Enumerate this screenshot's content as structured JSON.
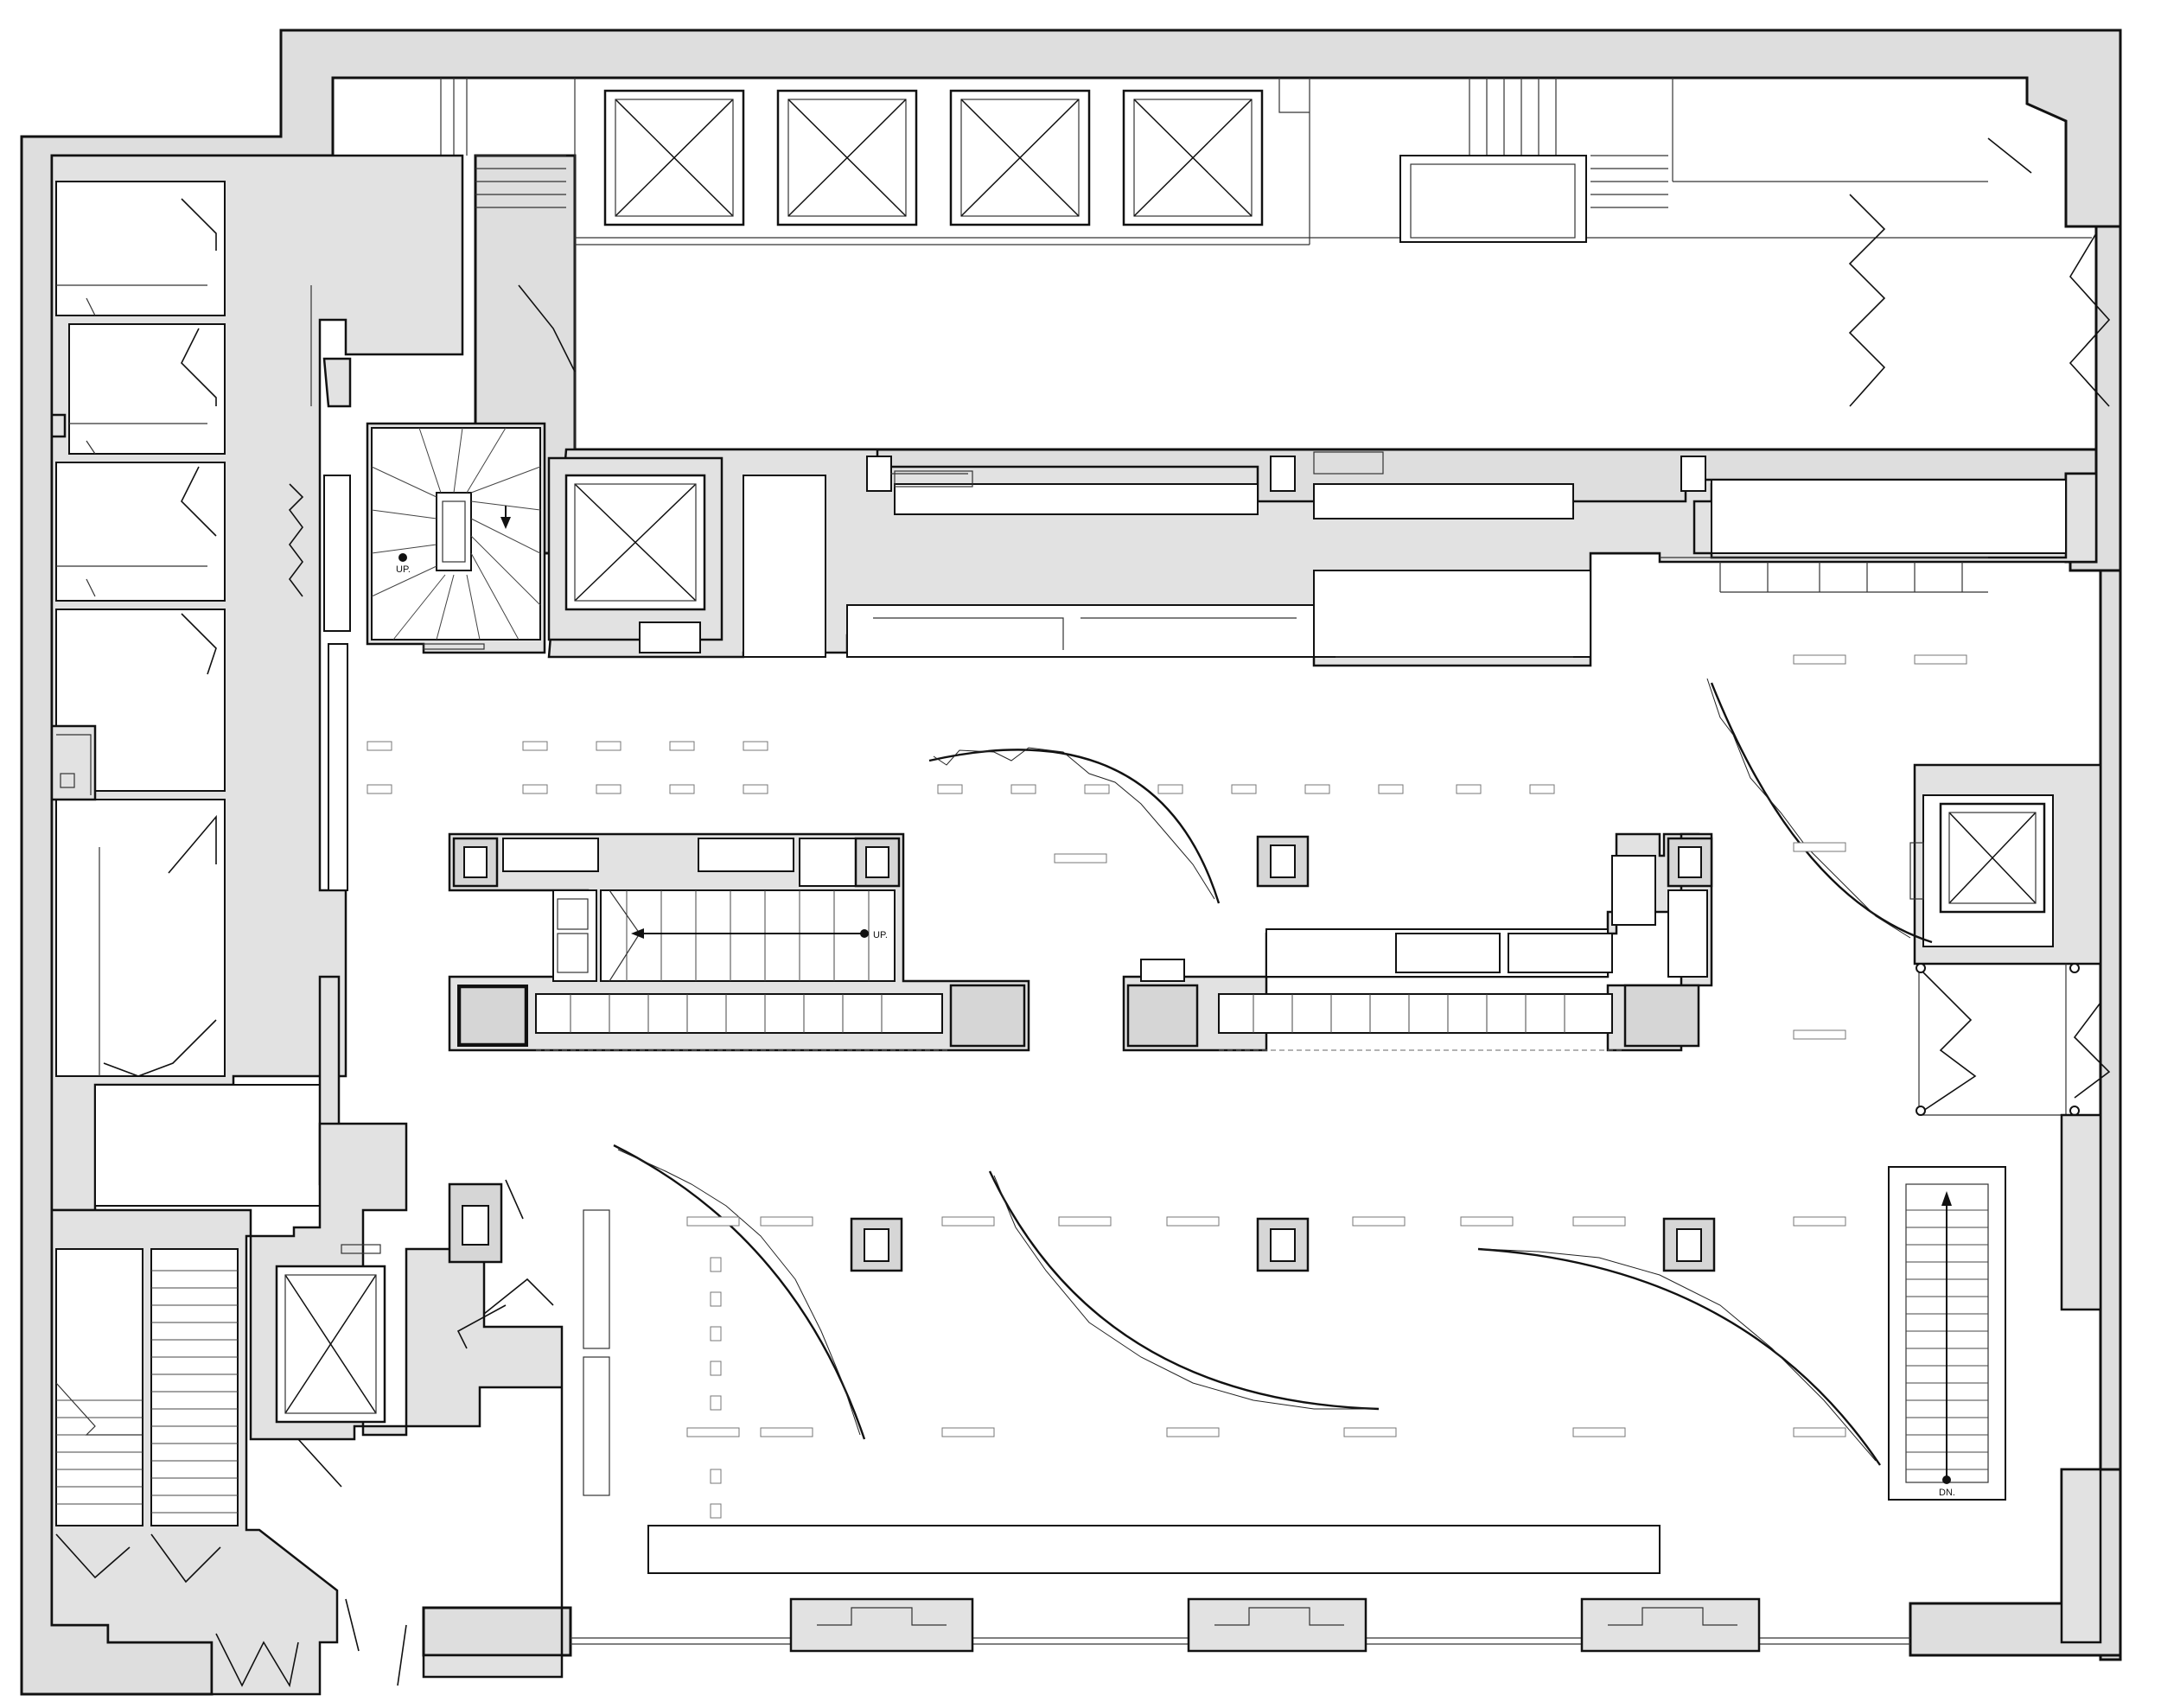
{
  "labels": {
    "stair_up_1": "UP.",
    "stair_up_2": "UP.",
    "escalator_down": "DN."
  },
  "colors": {
    "wall_fill": "#dedede",
    "line": "#111111",
    "background": "#ffffff"
  }
}
